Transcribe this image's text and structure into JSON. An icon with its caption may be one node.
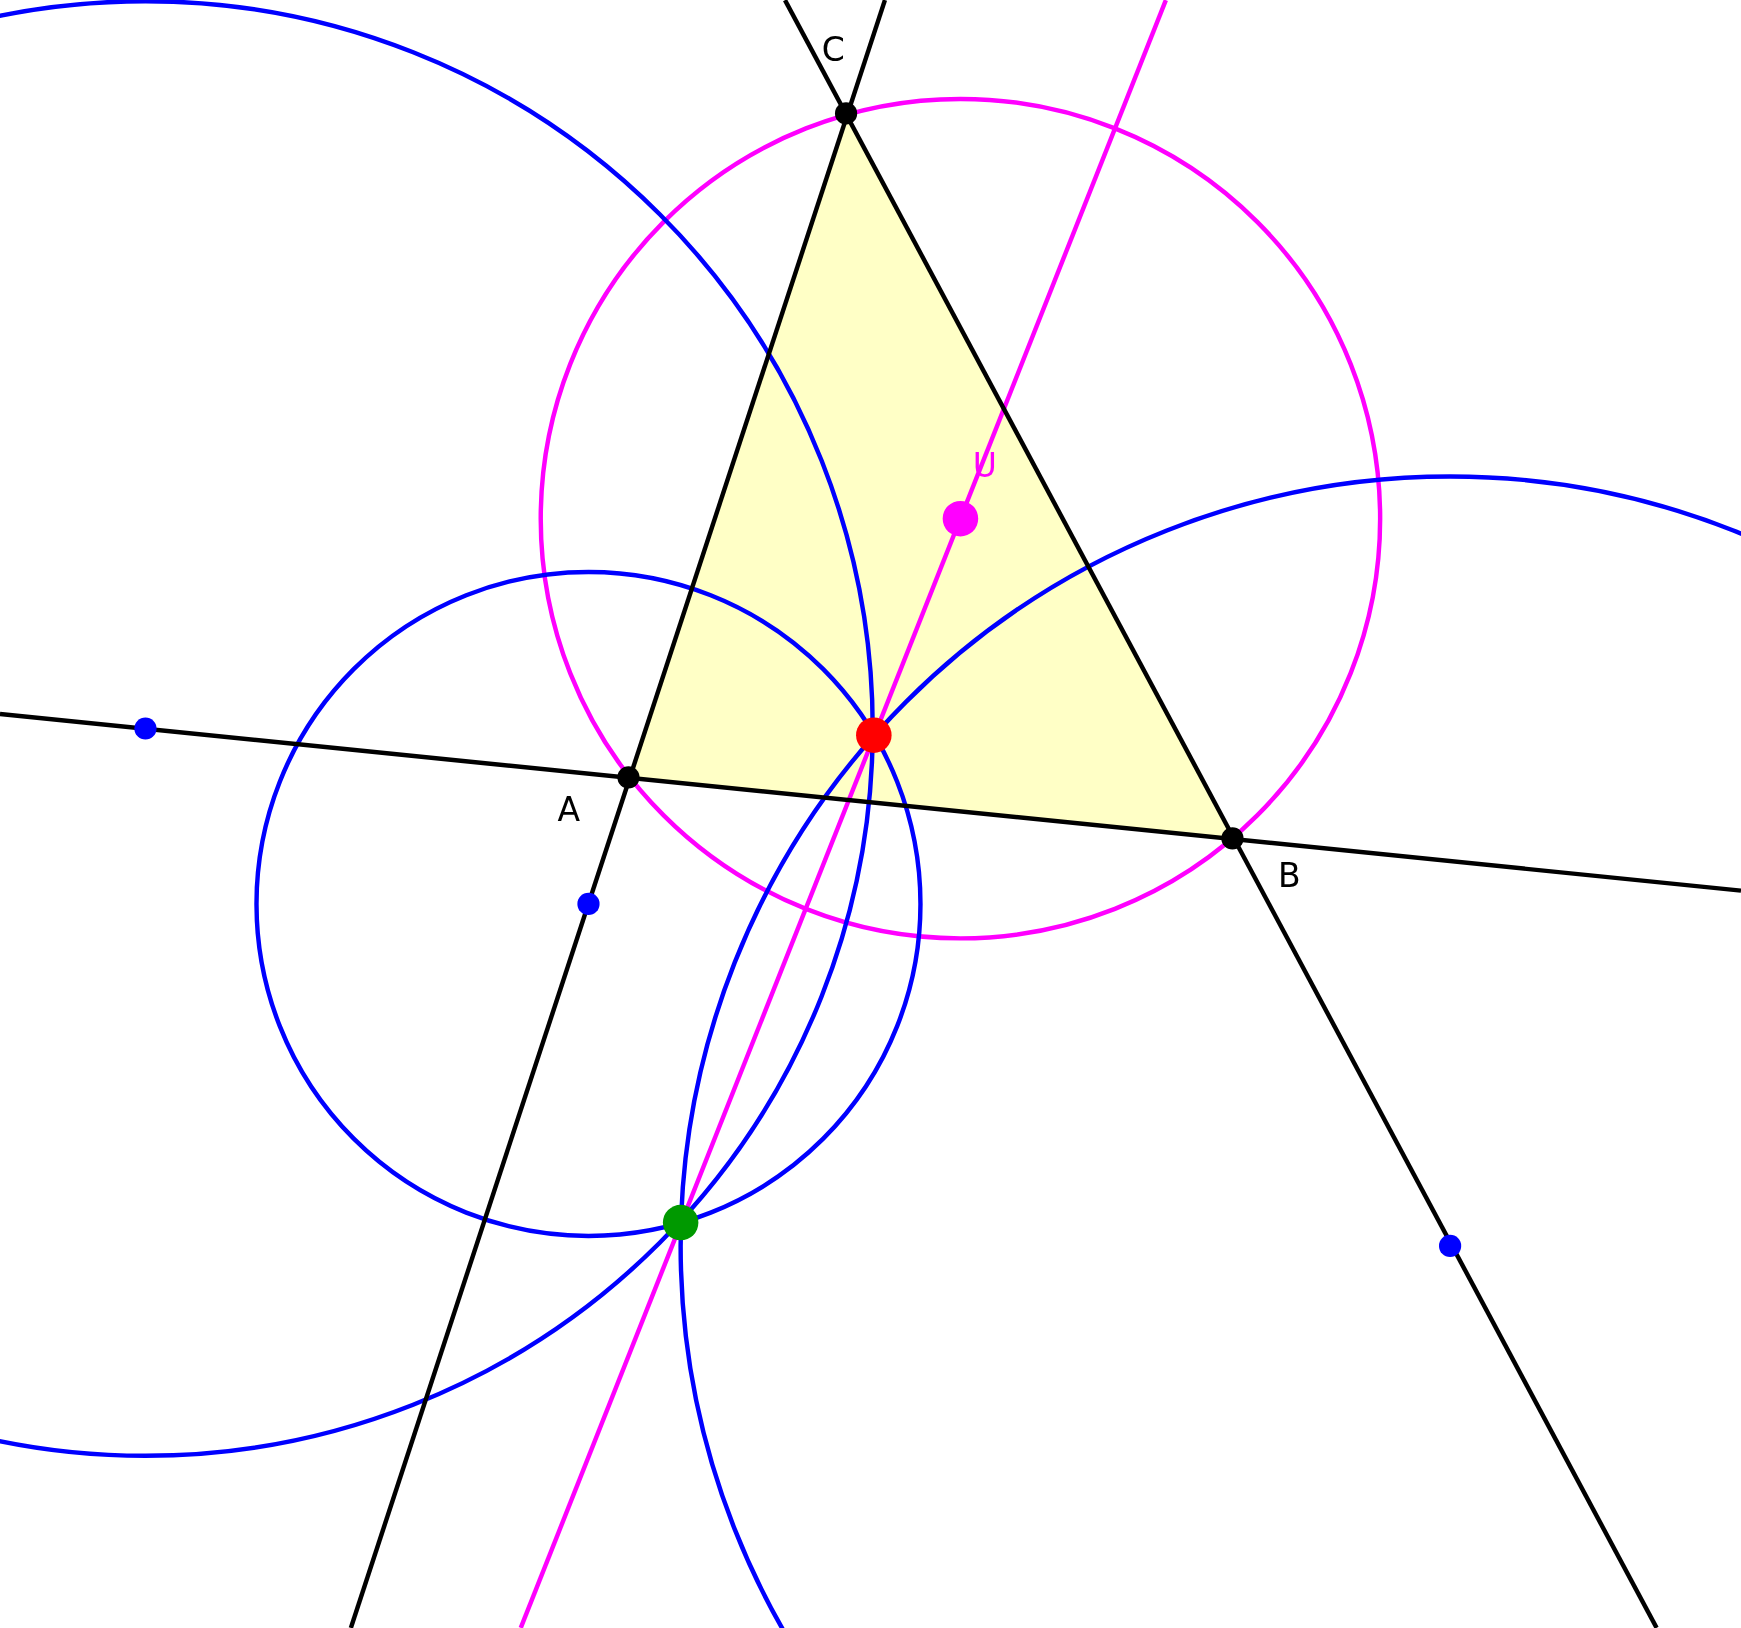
{
  "diagram": {
    "labels": [
      "C",
      "U",
      "A",
      "B"
    ]
  }
}
